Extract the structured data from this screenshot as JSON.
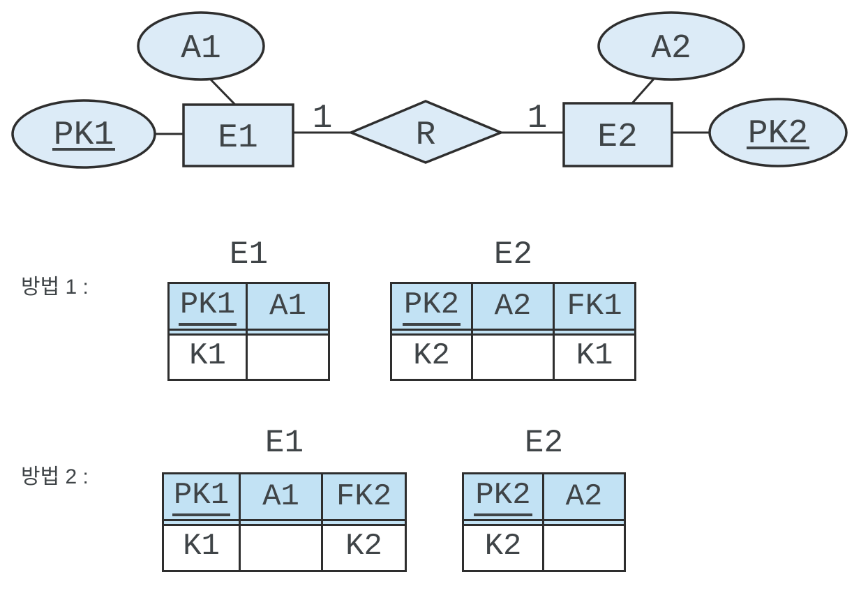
{
  "colors": {
    "shape_fill": "#dcebf7",
    "table_header_fill": "#c2e2f4",
    "line": "#2e2e2e",
    "text": "#3f4447"
  },
  "er_diagram": {
    "attribute_a1": "A1",
    "attribute_a2": "A2",
    "key_pk1": "PK1",
    "key_pk2": "PK2",
    "entity_e1": "E1",
    "entity_e2": "E2",
    "relationship": "R",
    "cardinality_left": "1",
    "cardinality_right": "1"
  },
  "methods": [
    {
      "label": "방법 1 :",
      "tables": [
        {
          "title": "E1",
          "headers": [
            "PK1",
            "A1"
          ],
          "row": [
            "K1",
            ""
          ]
        },
        {
          "title": "E2",
          "headers": [
            "PK2",
            "A2",
            "FK1"
          ],
          "row": [
            "K2",
            "",
            "K1"
          ]
        }
      ]
    },
    {
      "label": "방법 2 :",
      "tables": [
        {
          "title": "E1",
          "headers": [
            "PK1",
            "A1",
            "FK2"
          ],
          "row": [
            "K1",
            "",
            "K2"
          ]
        },
        {
          "title": "E2",
          "headers": [
            "PK2",
            "A2"
          ],
          "row": [
            "K2",
            ""
          ]
        }
      ]
    }
  ]
}
